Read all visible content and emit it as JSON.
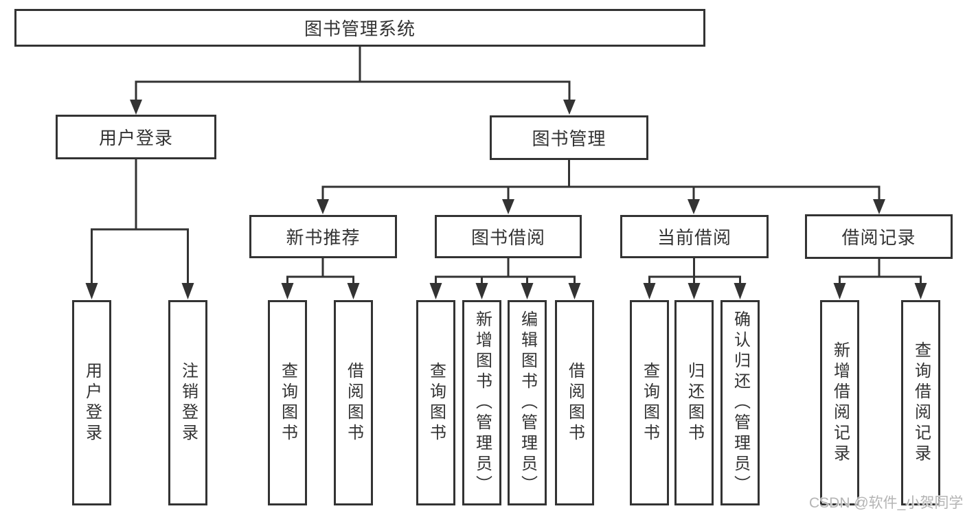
{
  "tree": {
    "label": "图书管理系统",
    "children": [
      {
        "label": "用户登录",
        "children": [
          {
            "label": "用户登录"
          },
          {
            "label": "注销登录"
          }
        ]
      },
      {
        "label": "图书管理",
        "children": [
          {
            "label": "新书推荐",
            "children": [
              {
                "label": "查询图书"
              },
              {
                "label": "借阅图书"
              }
            ]
          },
          {
            "label": "图书借阅",
            "children": [
              {
                "label": "查询图书"
              },
              {
                "label": "新增图书（管理员）"
              },
              {
                "label": "编辑图书（管理员）"
              },
              {
                "label": "借阅图书"
              }
            ]
          },
          {
            "label": "当前借阅",
            "children": [
              {
                "label": "查询图书"
              },
              {
                "label": "归还图书"
              },
              {
                "label": "确认归还（管理员）"
              }
            ]
          },
          {
            "label": "借阅记录",
            "children": [
              {
                "label": "新增借阅记录"
              },
              {
                "label": "查询借阅记录"
              }
            ]
          }
        ]
      }
    ]
  },
  "watermark": "CSDN @软件_小贺同学",
  "colors": {
    "line": "#333333",
    "text": "#333333",
    "node_background": "#ffffff",
    "page_background": "#ffffff",
    "watermark": "#b4b4b4"
  }
}
